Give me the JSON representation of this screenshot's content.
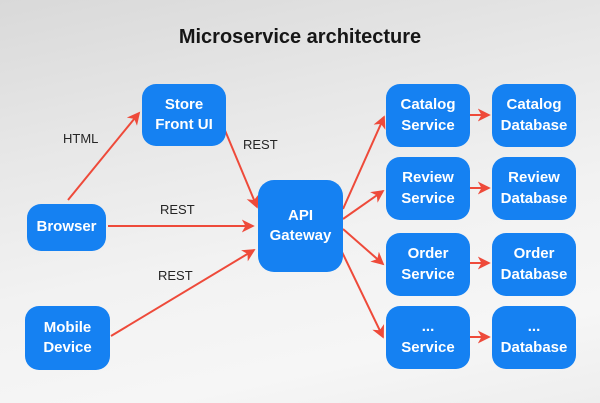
{
  "title": "Microservice architecture",
  "colors": {
    "node_blue": "#1581f2",
    "arrow_red": "#ee4a3a",
    "title_color": "#161616",
    "edge_label_color": "#252525"
  },
  "nodes": {
    "browser": {
      "label": "Browser"
    },
    "mobile_device": {
      "label": "Mobile\nDevice"
    },
    "store_front_ui": {
      "label": "Store\nFront UI"
    },
    "api_gateway": {
      "label": "API\nGateway"
    },
    "catalog_service": {
      "label": "Catalog\nService"
    },
    "review_service": {
      "label": "Review\nService"
    },
    "order_service": {
      "label": "Order\nService"
    },
    "more_service": {
      "label": "...\nService"
    },
    "catalog_database": {
      "label": "Catalog\nDatabase"
    },
    "review_database": {
      "label": "Review\nDatabase"
    },
    "order_database": {
      "label": "Order\nDatabase"
    },
    "more_database": {
      "label": "...\nDatabase"
    }
  },
  "edge_labels": {
    "html_browser_storefront": "HTML",
    "rest_storefront_api": "REST",
    "rest_browser_api": "REST",
    "rest_mobile_api": "REST"
  },
  "edges": [
    {
      "from": "Browser",
      "to": "Store Front UI",
      "label": "HTML"
    },
    {
      "from": "Browser",
      "to": "API Gateway",
      "label": "REST"
    },
    {
      "from": "Mobile Device",
      "to": "API Gateway",
      "label": "REST"
    },
    {
      "from": "Store Front UI",
      "to": "API Gateway",
      "label": "REST"
    },
    {
      "from": "API Gateway",
      "to": "Catalog Service",
      "label": ""
    },
    {
      "from": "API Gateway",
      "to": "Review Service",
      "label": ""
    },
    {
      "from": "API Gateway",
      "to": "Order Service",
      "label": ""
    },
    {
      "from": "API Gateway",
      "to": "... Service",
      "label": ""
    },
    {
      "from": "Catalog Service",
      "to": "Catalog Database",
      "label": ""
    },
    {
      "from": "Review Service",
      "to": "Review Database",
      "label": ""
    },
    {
      "from": "Order Service",
      "to": "Order Database",
      "label": ""
    },
    {
      "from": "... Service",
      "to": "... Database",
      "label": ""
    }
  ]
}
